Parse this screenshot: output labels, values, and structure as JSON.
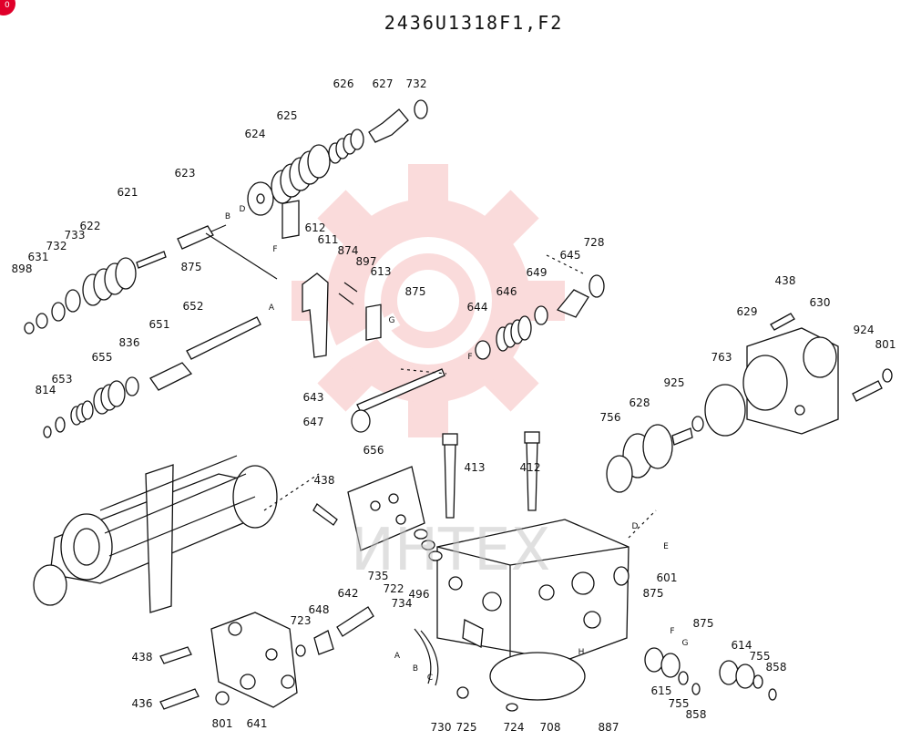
{
  "title": "2436U1318F1,F2",
  "watermark_text": "ИНТЕХ",
  "colors": {
    "watermark_gear": "#f7c4c4",
    "ink": "#111111",
    "background": "#ffffff",
    "corner_badge": "#e0002a"
  },
  "corner_badge_text": "0",
  "part_labels": [
    "626",
    "627",
    "732",
    "625",
    "624",
    "623",
    "621",
    "622",
    "733",
    "732",
    "631",
    "898",
    "612",
    "611",
    "874",
    "897",
    "613",
    "875",
    "875",
    "645",
    "728",
    "649",
    "646",
    "644",
    "652",
    "651",
    "836",
    "655",
    "653",
    "814",
    "643",
    "647",
    "438",
    "630",
    "629",
    "924",
    "801",
    "763",
    "925",
    "628",
    "756",
    "656",
    "413",
    "412",
    "438",
    "735",
    "722",
    "496",
    "734",
    "601",
    "875",
    "875",
    "642",
    "648",
    "723",
    "438",
    "436",
    "801",
    "641",
    "614",
    "755",
    "858",
    "615",
    "755",
    "858",
    "730",
    "725",
    "724",
    "708",
    "887"
  ],
  "ref_letters": [
    "B",
    "D",
    "F",
    "A",
    "G",
    "F",
    "E",
    "D",
    "F",
    "G",
    "A",
    "B",
    "C",
    "H"
  ]
}
